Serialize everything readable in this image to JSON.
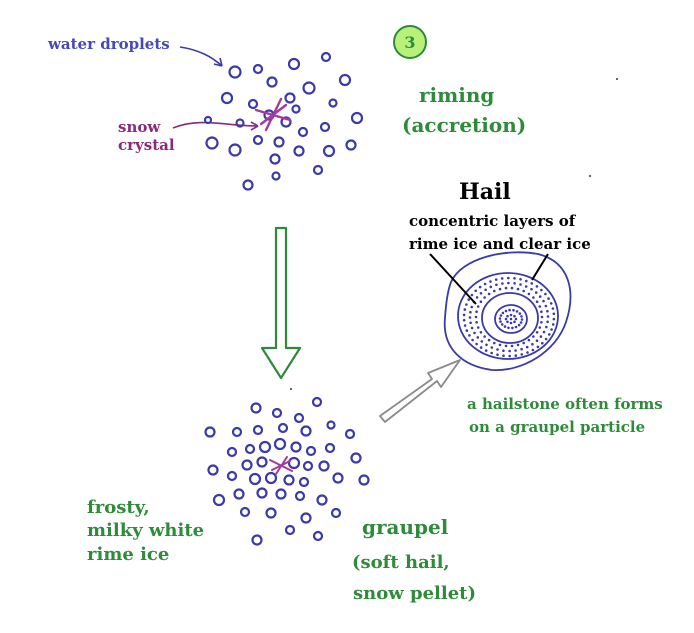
{
  "step_number": "3",
  "labels": {
    "water_droplets": "water droplets",
    "snow_crystal_line1": "snow",
    "snow_crystal_line2": "crystal",
    "riming_line1": "riming",
    "riming_line2": "(accretion)",
    "hail_title": "Hail",
    "hail_desc_line1": "concentric layers of",
    "hail_desc_line2": "rime ice and clear ice",
    "hailstone_line1": "a hailstone often forms",
    "hailstone_line2": "on a graupel particle",
    "frosty_line1": "frosty,",
    "frosty_line2": "milky white",
    "frosty_line3": "rime ice",
    "graupel_line1": "graupel",
    "graupel_line2": "(soft hail,",
    "graupel_line3": "snow pellet)"
  },
  "colors": {
    "droplet": "#3a3aa8",
    "snow_crystal": "#a23aa0",
    "green_arrow": "#2e8b3a",
    "gray_arrow": "#8a8a8a",
    "hail_outline": "#3a3aa8"
  }
}
